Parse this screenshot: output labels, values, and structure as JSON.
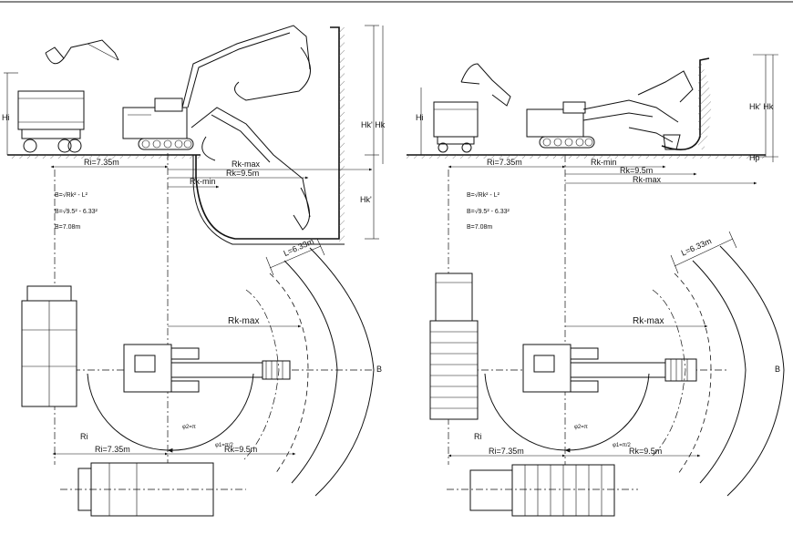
{
  "left": {
    "elevation": {
      "hi": "Hi",
      "hk_prime_hk": "Hk' Hk",
      "hk_prime_lower": "Hk'",
      "ri": "Ri=7.35m",
      "rk_max": "Rk-max",
      "rk": "Rk=9.5m",
      "rk_min": "Rk-min"
    },
    "formula": {
      "line1": "B=√Rk² - L²",
      "line2": "B=√9.5² - 6.33²",
      "line3": "B=7.08m"
    },
    "plan": {
      "l_dim": "L=6.33m",
      "rk_max": "Rk-max",
      "b": "B",
      "ri_vertical": "Ri",
      "phi2": "φ2=π",
      "phi1": "φ1=π/2",
      "ri": "Ri=7.35m",
      "rk": "Rk=9.5m"
    }
  },
  "right": {
    "elevation": {
      "hi": "Hi",
      "hk_prime_hk": "Hk' Hk",
      "hp": "Hp",
      "ri": "Ri=7.35m",
      "rk_min": "Rk-min",
      "rk": "Rk=9.5m",
      "rk_max": "Rk-max"
    },
    "formula": {
      "line1": "B=√Rk² - L²",
      "line2": "B=√9.5² - 6.33²",
      "line3": "B=7.08m"
    },
    "plan": {
      "l_dim": "L=6.33m",
      "rk_max": "Rk-max",
      "b": "B",
      "ri_vertical": "Ri",
      "phi2": "φ2=π",
      "phi1": "φ1=π/2",
      "ri": "Ri=7.35m",
      "rk": "Rk=9.5m"
    }
  }
}
